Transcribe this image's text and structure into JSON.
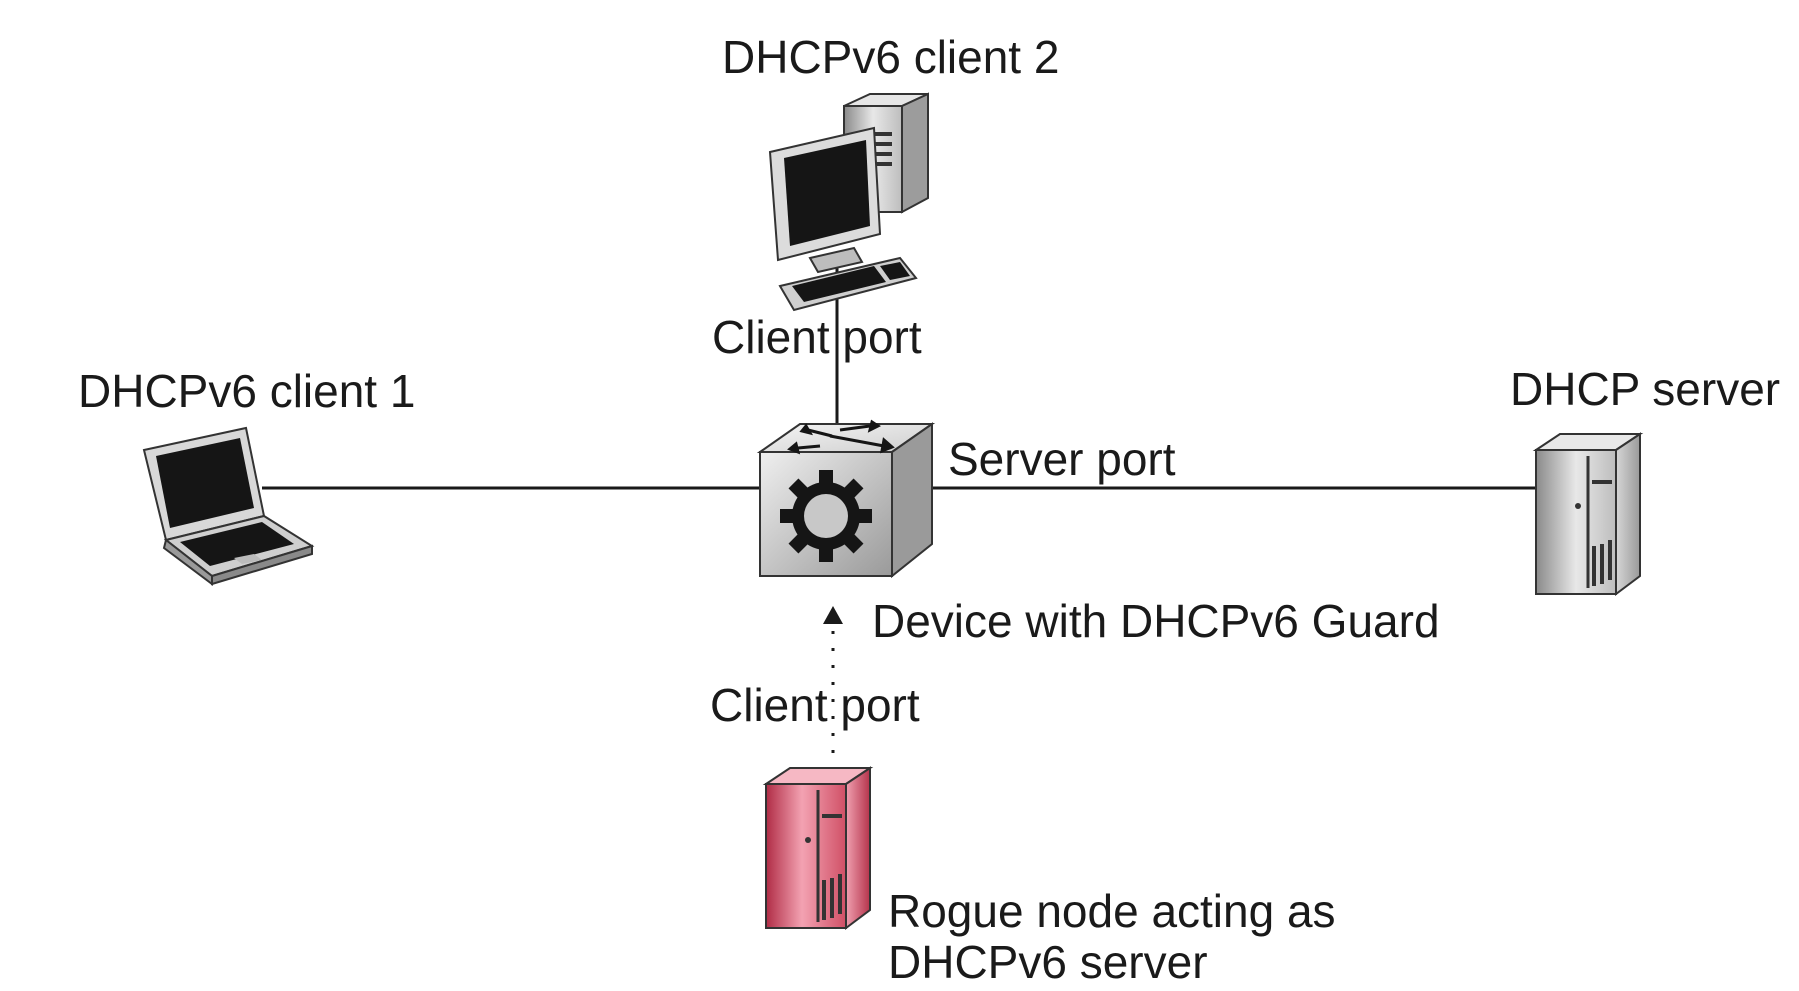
{
  "nodes": {
    "client2": {
      "label": "DHCPv6 client 2"
    },
    "client1": {
      "label": "DHCPv6 client 1"
    },
    "server": {
      "label": "DHCP server"
    },
    "guard_device": {
      "label": "Device with DHCPv6 Guard"
    },
    "rogue": {
      "label": "Rogue node acting as\nDHCPv6 server"
    }
  },
  "ports": {
    "client_port_top": "Client port",
    "server_port": "Server port",
    "client_port_bottom": "Client port"
  },
  "colors": {
    "line": "#1a1a1a",
    "device_gray": "#c8c8c8",
    "rogue_red": "#e0647a"
  },
  "icons": {
    "client2": "desktop-computer-icon",
    "client1": "laptop-icon",
    "server": "tower-server-icon",
    "guard_device": "router-switch-icon",
    "rogue": "rogue-server-icon"
  }
}
